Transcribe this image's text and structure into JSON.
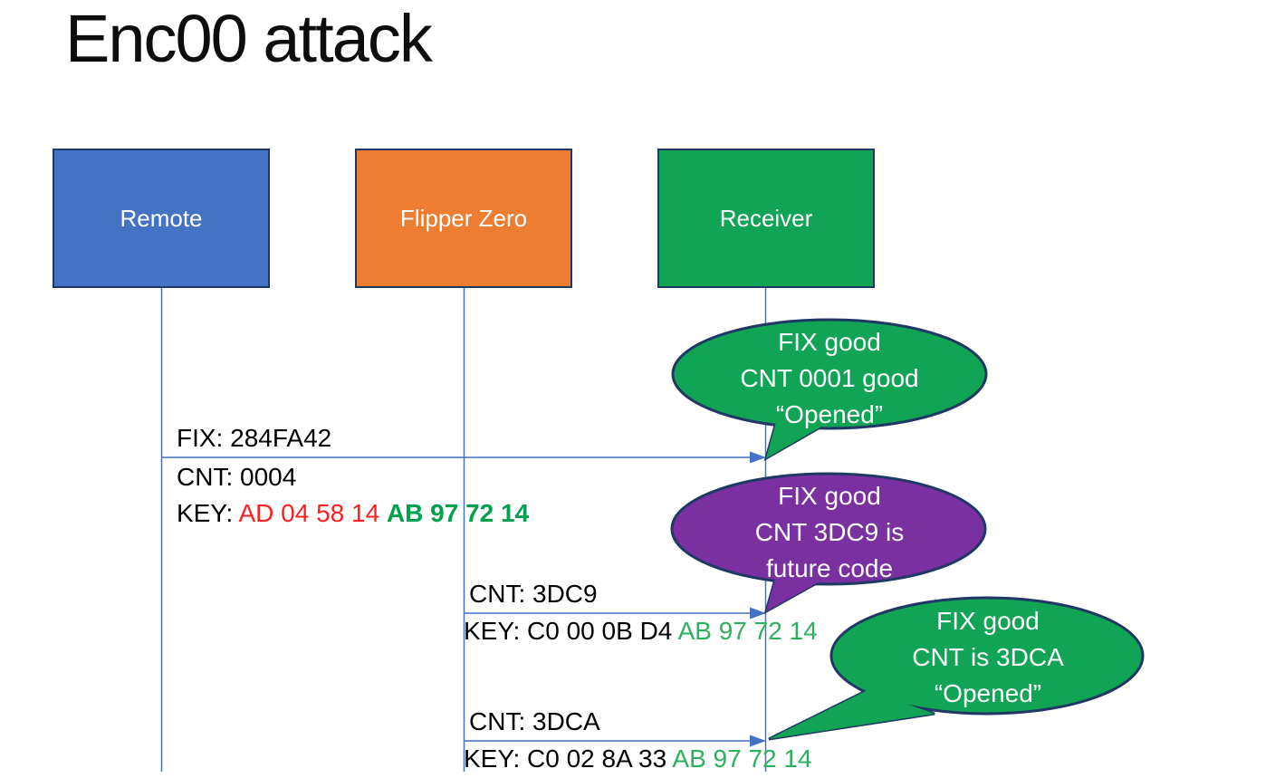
{
  "title": "Enc00 attack",
  "colors": {
    "actor_blue": "#4472C4",
    "actor_orange": "#ED7D31",
    "green": "#12A455",
    "purple": "#7A30A0",
    "outline_navy": "#1F3864",
    "line_blue": "#4472C4",
    "text_red": "#FB2020",
    "text_green_bold": "#00A14D",
    "text_green": "#2EB05C",
    "text_black": "#000000"
  },
  "actors": [
    {
      "label": "Remote",
      "color": "#4472C4"
    },
    {
      "label": "Flipper Zero",
      "color": "#ED7D31"
    },
    {
      "label": "Receiver",
      "color": "#12A455"
    }
  ],
  "messages": [
    {
      "from": "Remote",
      "to": "Receiver",
      "fix": "FIX: 284FA42",
      "cnt": "CNT: 0004",
      "key_prefix": "KEY: ",
      "key_rolling": "AD 04 58 14 ",
      "key_fixed": "AB 97 72 14"
    },
    {
      "from": "Flipper Zero",
      "to": "Receiver",
      "cnt": "CNT: 3DC9",
      "key_prefix": "KEY: C0 00 0B D4 ",
      "key_fixed": "AB 97 72 14"
    },
    {
      "from": "Flipper Zero",
      "to": "Receiver",
      "cnt": "CNT: 3DCA",
      "key_prefix": "KEY: C0 02 8A 33 ",
      "key_fixed": "AB 97 72 14"
    }
  ],
  "bubbles": [
    {
      "color": "green",
      "lines": [
        "FIX good",
        "CNT 0001 good",
        "“Opened”"
      ]
    },
    {
      "color": "purple",
      "lines": [
        "FIX good",
        "CNT 3DC9 is",
        "future code"
      ]
    },
    {
      "color": "green",
      "lines": [
        "FIX good",
        "CNT is 3DCA",
        "“Opened”"
      ]
    }
  ]
}
